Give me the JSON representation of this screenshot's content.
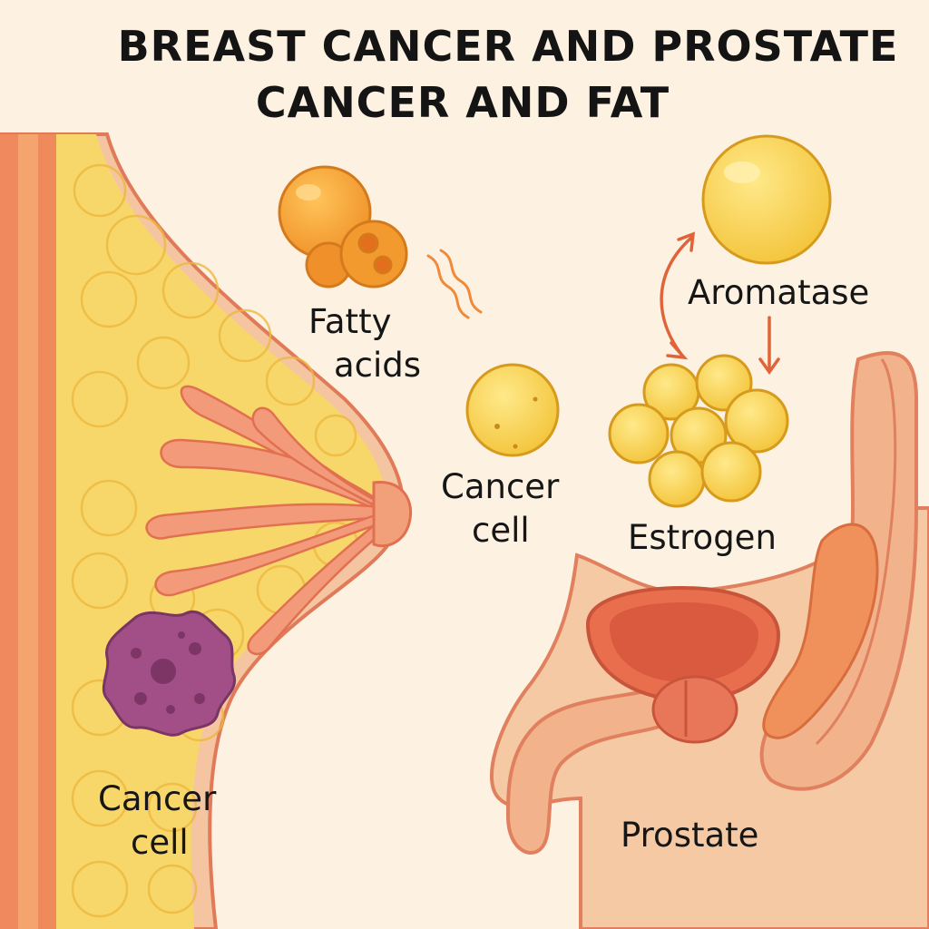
{
  "title": {
    "line1": "BREAST CANCER AND PROSTATE",
    "line2": "CANCER AND FAT"
  },
  "labels": {
    "fatty_line1": "Fatty",
    "fatty_line2": "acids",
    "cancer_mid_line1": "Cancer",
    "cancer_mid_line2": "cell",
    "aromatase": "Aromatase",
    "estrogen": "Estrogen",
    "cancer_breast_line1": "Cancer",
    "cancer_breast_line2": "cell",
    "prostate": "Prostate"
  },
  "colors": {
    "background": "#fdf1e1",
    "skin": "#f5c9a4",
    "fat_tissue": "#f8d76a",
    "gland": "#f29a79",
    "tumor": "#9e4d82",
    "arrow": "#e0633a",
    "fat_cell": "#f6ca42",
    "fatty_acid": "#f3a13a"
  }
}
